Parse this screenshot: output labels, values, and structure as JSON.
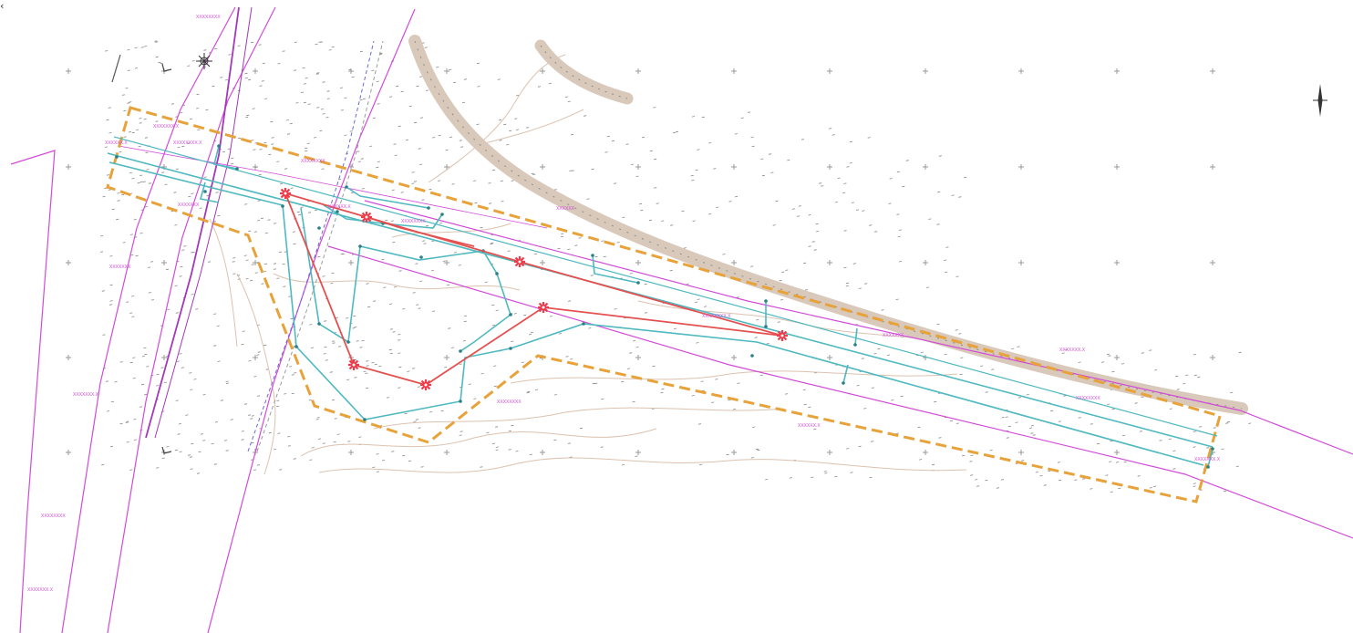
{
  "map": {
    "type": "site plan / cadastral drawing",
    "colors": {
      "boundary": "#e8a23a",
      "parcel_lines": "#d24bd8",
      "road_edge": "#b03ec0",
      "cyan_network": "#4fb9c0",
      "red_network": "#e45050",
      "red_marker": "#ef3a4a",
      "contour": "#d8b9a5",
      "embankment": "#d7c6b6",
      "grid_cross": "#9a9a9a",
      "blue_line": "#6a6ad8"
    },
    "icons": [
      "north-arrow-icon",
      "compass-rose-icon",
      "red-star-marker-icon"
    ],
    "labels": [
      "XXXXXXXX",
      "XXXXXX.X",
      "XXXXXXX.X",
      "XXXXXXXX.X",
      "XXXXXXX",
      "XXXXXXXX",
      "XXXXXX.X",
      "XXXXXXX",
      "XXXXXXX.X",
      "XXXXXXXX",
      "XXXXXXX.X",
      "XXXXXX",
      "XXXXXXXX.X",
      "XXXXXXX",
      "XXXXXXX.X",
      "XXXXXXXX",
      "XXXXXX.X",
      "XXXXXXXX",
      "XXXXXXX.X",
      "XXXXXXXX"
    ]
  }
}
